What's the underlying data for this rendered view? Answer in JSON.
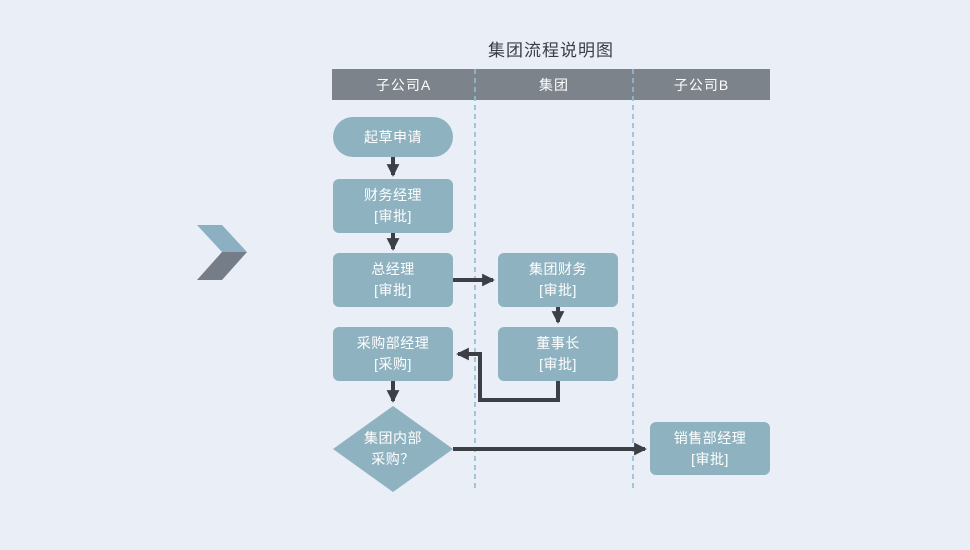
{
  "diagram": {
    "title": "集团流程说明图",
    "lanes": [
      {
        "label": "子公司A"
      },
      {
        "label": "集团"
      },
      {
        "label": "子公司B"
      }
    ],
    "nodes": {
      "start": {
        "type": "terminator",
        "lane": "子公司A",
        "lines": [
          "起草申请"
        ]
      },
      "finance_manager": {
        "type": "process",
        "lane": "子公司A",
        "lines": [
          "财务经理",
          "[审批]"
        ]
      },
      "general_manager": {
        "type": "process",
        "lane": "子公司A",
        "lines": [
          "总经理",
          "[审批]"
        ]
      },
      "group_finance": {
        "type": "process",
        "lane": "集团",
        "lines": [
          "集团财务",
          "[审批]"
        ]
      },
      "purchasing_manager": {
        "type": "process",
        "lane": "子公司A",
        "lines": [
          "采购部经理",
          "[采购]"
        ]
      },
      "chairman": {
        "type": "process",
        "lane": "集团",
        "lines": [
          "董事长",
          "[审批]"
        ]
      },
      "decision": {
        "type": "decision",
        "lane": "子公司A",
        "lines": [
          "集团内部",
          "采购？"
        ]
      },
      "sales_manager": {
        "type": "process",
        "lane": "子公司B",
        "lines": [
          "销售部经理",
          "[审批]"
        ]
      }
    },
    "edges": [
      {
        "from": "start",
        "to": "finance_manager"
      },
      {
        "from": "finance_manager",
        "to": "general_manager"
      },
      {
        "from": "general_manager",
        "to": "group_finance"
      },
      {
        "from": "group_finance",
        "to": "chairman"
      },
      {
        "from": "chairman",
        "to": "purchasing_manager"
      },
      {
        "from": "purchasing_manager",
        "to": "decision"
      },
      {
        "from": "decision",
        "to": "sales_manager"
      }
    ],
    "colors": {
      "background": "#EAEEF7",
      "node_fill": "#8FB2C0",
      "node_text": "#FFFFFF",
      "header_fill": "#7D838B",
      "header_text": "#FFFFFF",
      "connector": "#3C4046",
      "lane_divider": "#8FBBD4",
      "chevron_top": "#8CB0C2",
      "chevron_bottom": "#757E88",
      "title_text": "#3A3D42"
    }
  }
}
